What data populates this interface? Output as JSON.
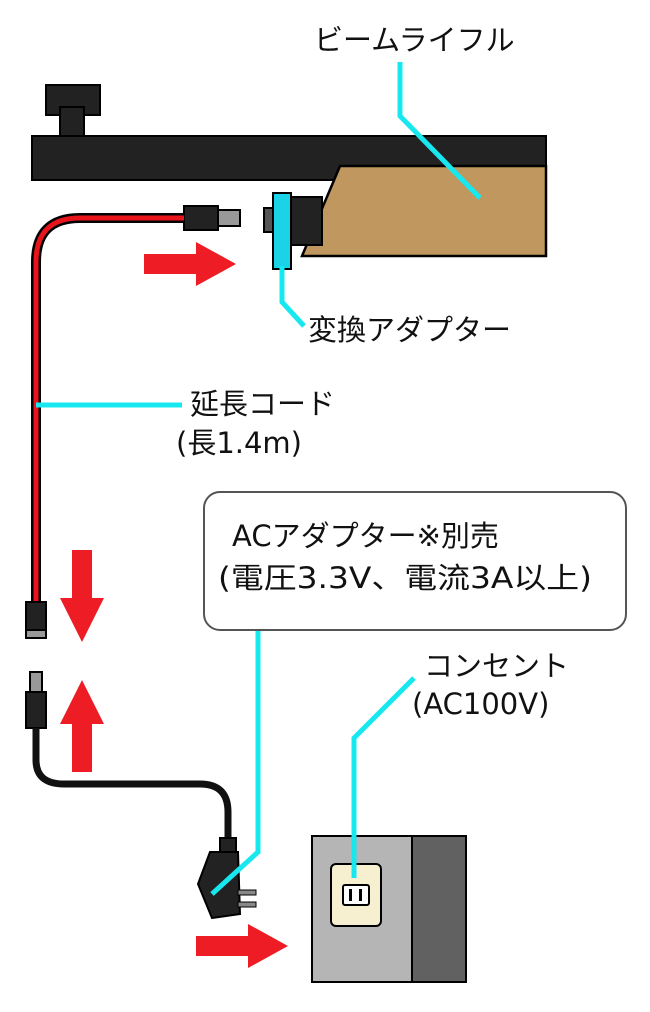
{
  "labels": {
    "beam_rifle": "ビームライフル",
    "converter_adapter": "変換アダプター",
    "extension_cord": "延長コード",
    "extension_cord_length": "(長1.4m)",
    "ac_adapter_line1": "ACアダプター※別売",
    "ac_adapter_line2": "(電圧3.3V、電流3A以上)",
    "outlet": "コンセント",
    "outlet_voltage": "(AC100V)"
  },
  "colors": {
    "rail": "#222222",
    "rifle_body": "#c0975e",
    "cord_red": "#e8141b",
    "cord_black": "#111111",
    "arrow_red": "#ee1c25",
    "leader_cyan": "#17e8f0",
    "adapter_cyan": "#1ad3e6",
    "wall_light": "#b5b5b5",
    "wall_dark": "#616161",
    "outlet_plate": "#f7f0d0",
    "callout_border": "#555555"
  }
}
